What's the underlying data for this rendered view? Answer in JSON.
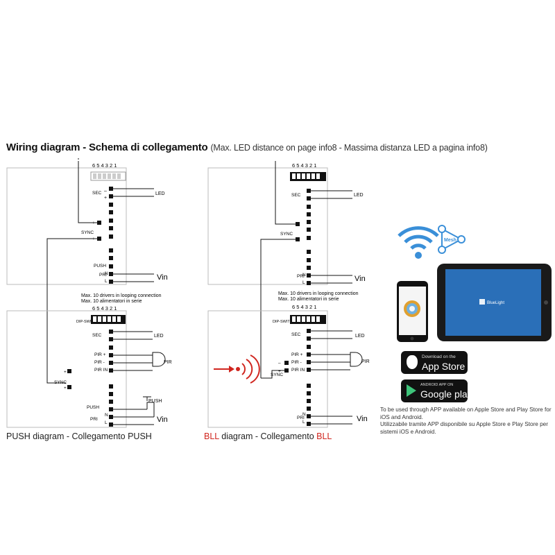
{
  "header": {
    "title_bold": "Wiring diagram - Schema di collegamento",
    "title_rest": "(Max. LED distance on page info8 - Massima distanza LED a pagina info8)"
  },
  "labels": {
    "dip_numbers": "6 5 4 3 2 1",
    "dip_switch": "DIP-SWITCH",
    "sec": "SEC",
    "led": "LED",
    "sync": "SYNC",
    "push": "PUSH",
    "pri": "PRI",
    "n": "N",
    "l": "L",
    "vin": "Vin",
    "pir": "PIR",
    "pir_plus": "PIR +",
    "pir_minus": "PIR -",
    "pir_in": "PIR IN",
    "t_push": "PUSH",
    "max_en": "Max. 10 drivers in looping connection",
    "max_it": "Max. 10 alimentatori in serie"
  },
  "captions": {
    "push_diagram": "PUSH diagram - Collegamento PUSH",
    "bll_word": "BLL",
    "bll_mid": " diagram - Collegamento "
  },
  "apps": {
    "mesh_label": "Mesh",
    "tablet_brand": "BlueLight",
    "app_store_small": "Download on the",
    "app_store_big": "App Store",
    "google_small": "ANDROID APP ON",
    "google_big": "Google play"
  },
  "note": {
    "en": "To be used through APP available on Apple Store and Play Store for iOS and Android.",
    "it": "Utilizzabile tramite APP disponibile su Apple Store e Play Store per sistemi iOS e Android."
  },
  "colors": {
    "wifi_blue": "#3a8fd8",
    "tablet_screen": "#2a6fb8",
    "signal_red": "#d0251e"
  }
}
